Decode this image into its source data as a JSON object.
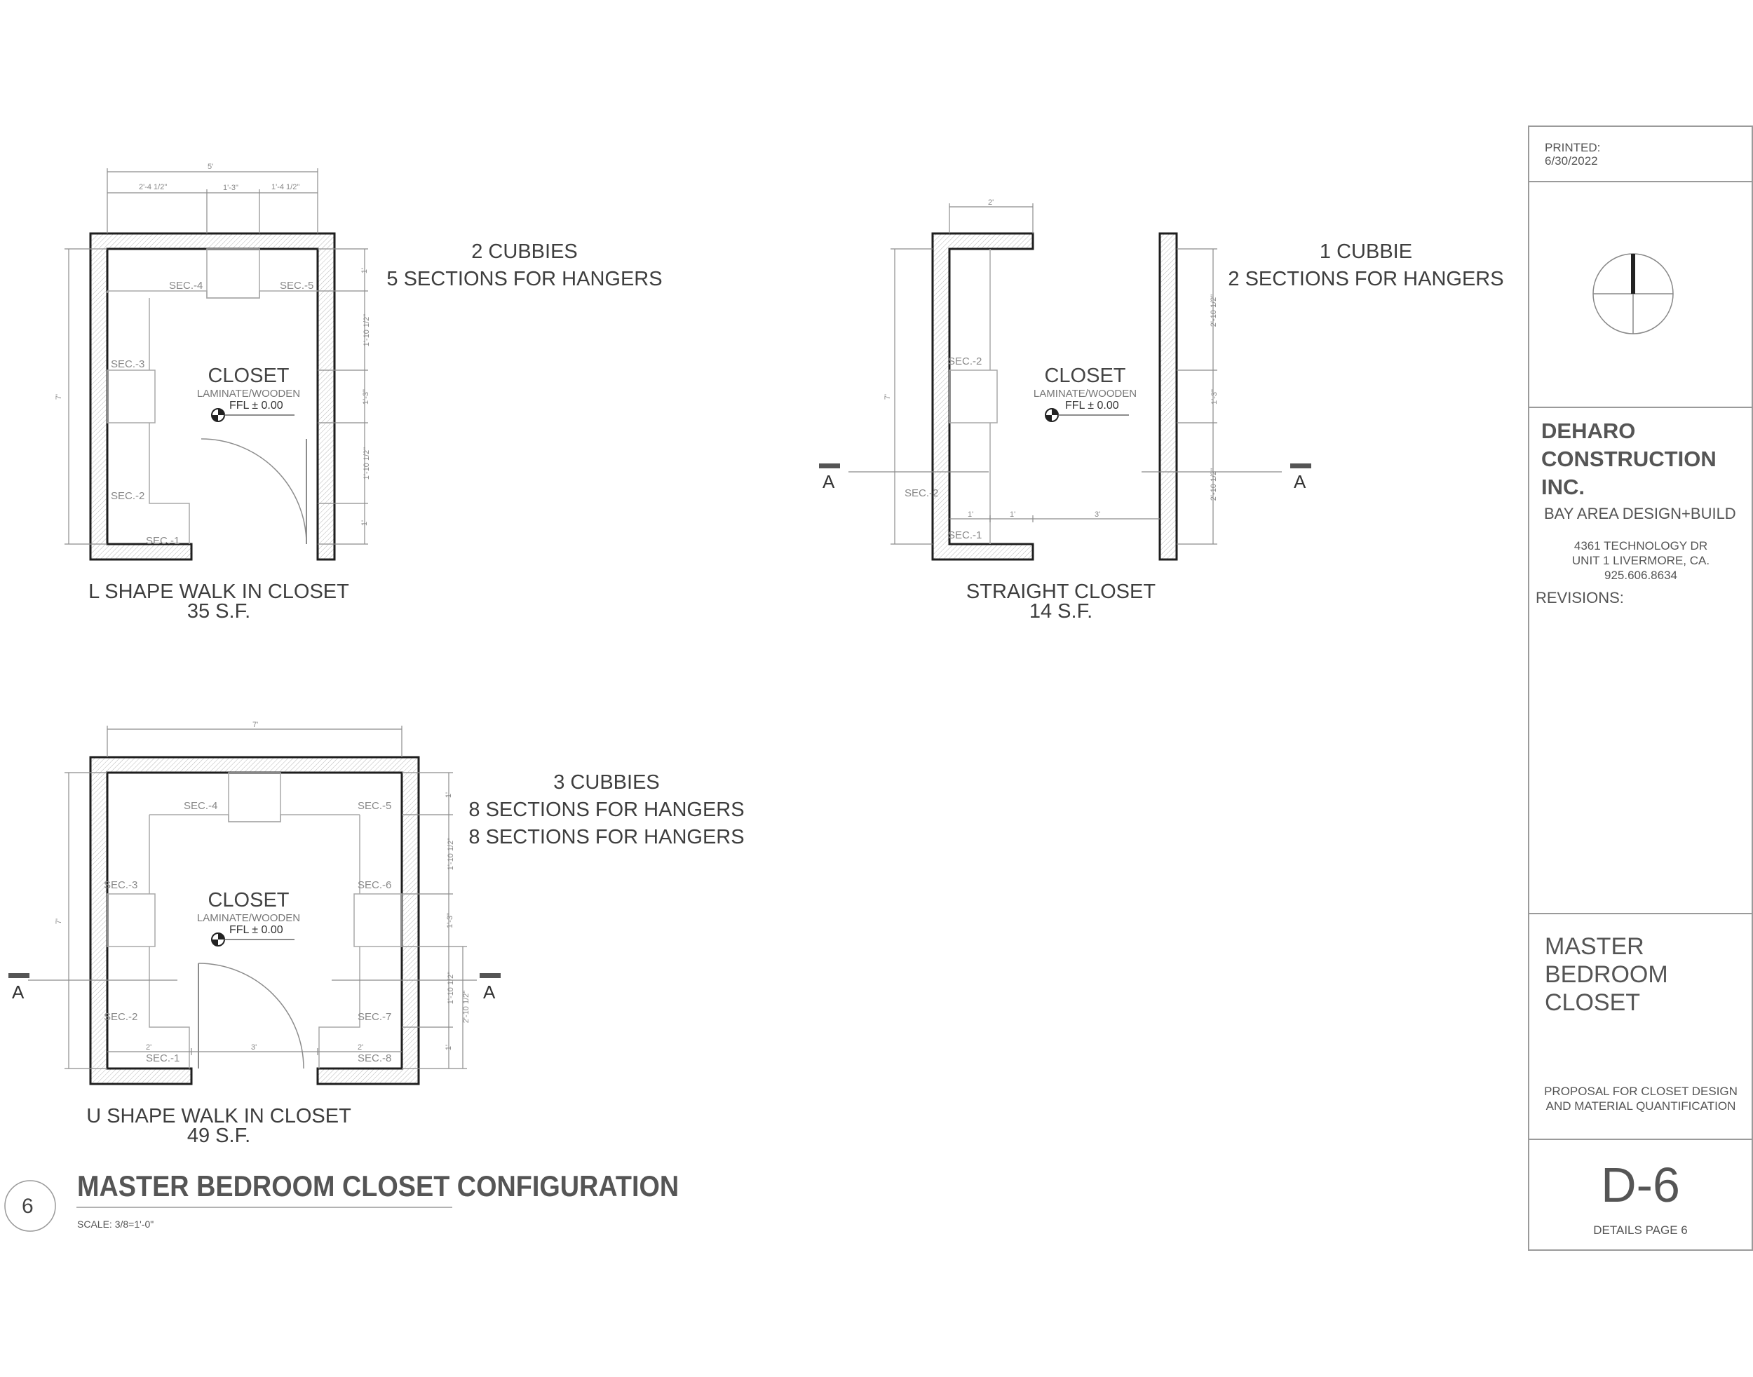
{
  "plans": {
    "l_shape": {
      "notes": [
        "2 CUBBIES",
        "5 SECTIONS FOR HANGERS"
      ],
      "caption_title": "L SHAPE WALK IN CLOSET",
      "caption_area": "35 S.F.",
      "room_label": "CLOSET",
      "room_finish": "LAMINATE/WOODEN",
      "room_level": "FFL ± 0.00",
      "sections": [
        "SEC.-1",
        "SEC.-2",
        "SEC.-3",
        "SEC.-4",
        "SEC.-5"
      ],
      "dims_top": [
        "5'",
        "2'-4 1/2\"",
        "1'-3\"",
        "1'-4 1/2\""
      ],
      "dims_left": "7'",
      "dims_right": [
        "1'",
        "1'-10 1/2\"",
        "1'-3\"",
        "1'-10 1/2\"",
        "1'"
      ]
    },
    "straight": {
      "notes": [
        "1 CUBBIE",
        "2 SECTIONS FOR HANGERS"
      ],
      "caption_title": "STRAIGHT CLOSET",
      "caption_area": "14 S.F.",
      "room_label": "CLOSET",
      "room_finish": "LAMINATE/WOODEN",
      "room_level": "FFL ± 0.00",
      "sections": [
        "SEC.-1",
        "SEC.-2",
        "SEC.-2"
      ],
      "dims_top": "2'",
      "dims_left": "7'",
      "dims_bottom": [
        "1'",
        "1'",
        "3'"
      ],
      "dims_right": [
        "2'-10 1/2\"",
        "1'-3\"",
        "2'-10 1/2\""
      ],
      "section_marks": [
        "A",
        "A"
      ]
    },
    "u_shape": {
      "notes": [
        "3 CUBBIES",
        "8 SECTIONS FOR HANGERS",
        "8 SECTIONS FOR HANGERS"
      ],
      "caption_title": "U SHAPE WALK IN CLOSET",
      "caption_area": "49 S.F.",
      "room_label": "CLOSET",
      "room_finish": "LAMINATE/WOODEN",
      "room_level": "FFL ± 0.00",
      "sections": [
        "SEC.-1",
        "SEC.-2",
        "SEC.-3",
        "SEC.-4",
        "SEC.-5",
        "SEC.-6",
        "SEC.-7",
        "SEC.-8"
      ],
      "dims_top": "7'",
      "dims_left": "7'",
      "dims_bottom": [
        "2'",
        "3'",
        "2'"
      ],
      "dims_right": [
        "1'",
        "1'-10 1/2\"",
        "1'-3\"",
        "1'-10 1/2\"",
        "1'"
      ],
      "dims_right2": "2'-10 1/2\"",
      "section_marks": [
        "A",
        "A"
      ]
    }
  },
  "drawing": {
    "number": "6",
    "title_part1": "MASTER BEDROOM CLOSET",
    "title_part2": " CONFIGURATION",
    "scale": "SCALE: 3/8=1'-0\""
  },
  "title_block": {
    "printed_label": "PRINTED:",
    "printed_date": "6/30/2022",
    "company_line1": "DEHARO",
    "company_line2": "CONSTRUCTION",
    "company_line3": "INC.",
    "tagline": "BAY AREA DESIGN+BUILD",
    "address1": "4361 TECHNOLOGY DR",
    "address2": "UNIT 1 LIVERMORE, CA.",
    "phone": "925.606.8634",
    "revisions_label": "REVISIONS:",
    "sheet_title1": "MASTER",
    "sheet_title2": "BEDROOM",
    "sheet_title3": "CLOSET",
    "proposal1": "PROPOSAL FOR CLOSET DESIGN",
    "proposal2": "AND MATERIAL QUANTIFICATION",
    "sheet_number": "D-6",
    "sheet_desc": "DETAILS PAGE 6"
  },
  "colors": {
    "wall": "#1e1e1e",
    "line": "#8c8c8c",
    "text": "#3e3e3e"
  }
}
